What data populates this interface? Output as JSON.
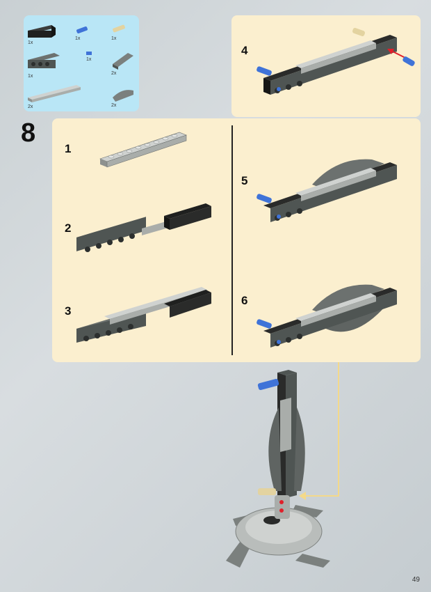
{
  "step_number": "8",
  "page_number": "49",
  "parts": [
    {
      "qty": "1x"
    },
    {
      "qty": "1x"
    },
    {
      "qty": "1x"
    },
    {
      "qty": "1x"
    },
    {
      "qty": "1x"
    },
    {
      "qty": "2x"
    },
    {
      "qty": "2x"
    },
    {
      "qty": "2x"
    }
  ],
  "substeps": [
    "1",
    "2",
    "3",
    "4",
    "5",
    "6"
  ],
  "colors": {
    "parts_bg": "#b9e6f6",
    "panel_bg": "#fbefcf",
    "dark_gray": "#4f5553",
    "light_gray": "#a9adaa",
    "black": "#2a2b2a",
    "blue": "#3f73d8",
    "tan": "#e3d3a0",
    "arrow_red": "#e0202a",
    "callout_line": "#f4d98a"
  }
}
